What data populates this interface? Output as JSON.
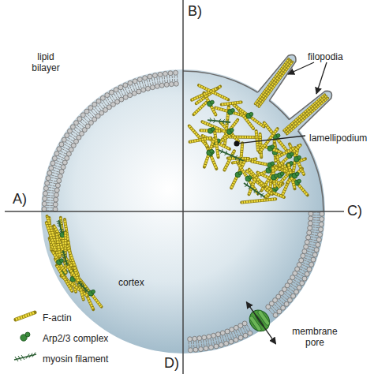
{
  "diagram": {
    "labels": [
      "A)",
      "B)",
      "C)",
      "D)",
      "lipid bilayer",
      "filopodia",
      "lamellipodium",
      "cortex",
      "membrane pore"
    ],
    "legend": [
      {
        "text": "F-actin"
      },
      {
        "text": "Arp2/3 complex"
      },
      {
        "text": "myosin filament"
      }
    ]
  }
}
